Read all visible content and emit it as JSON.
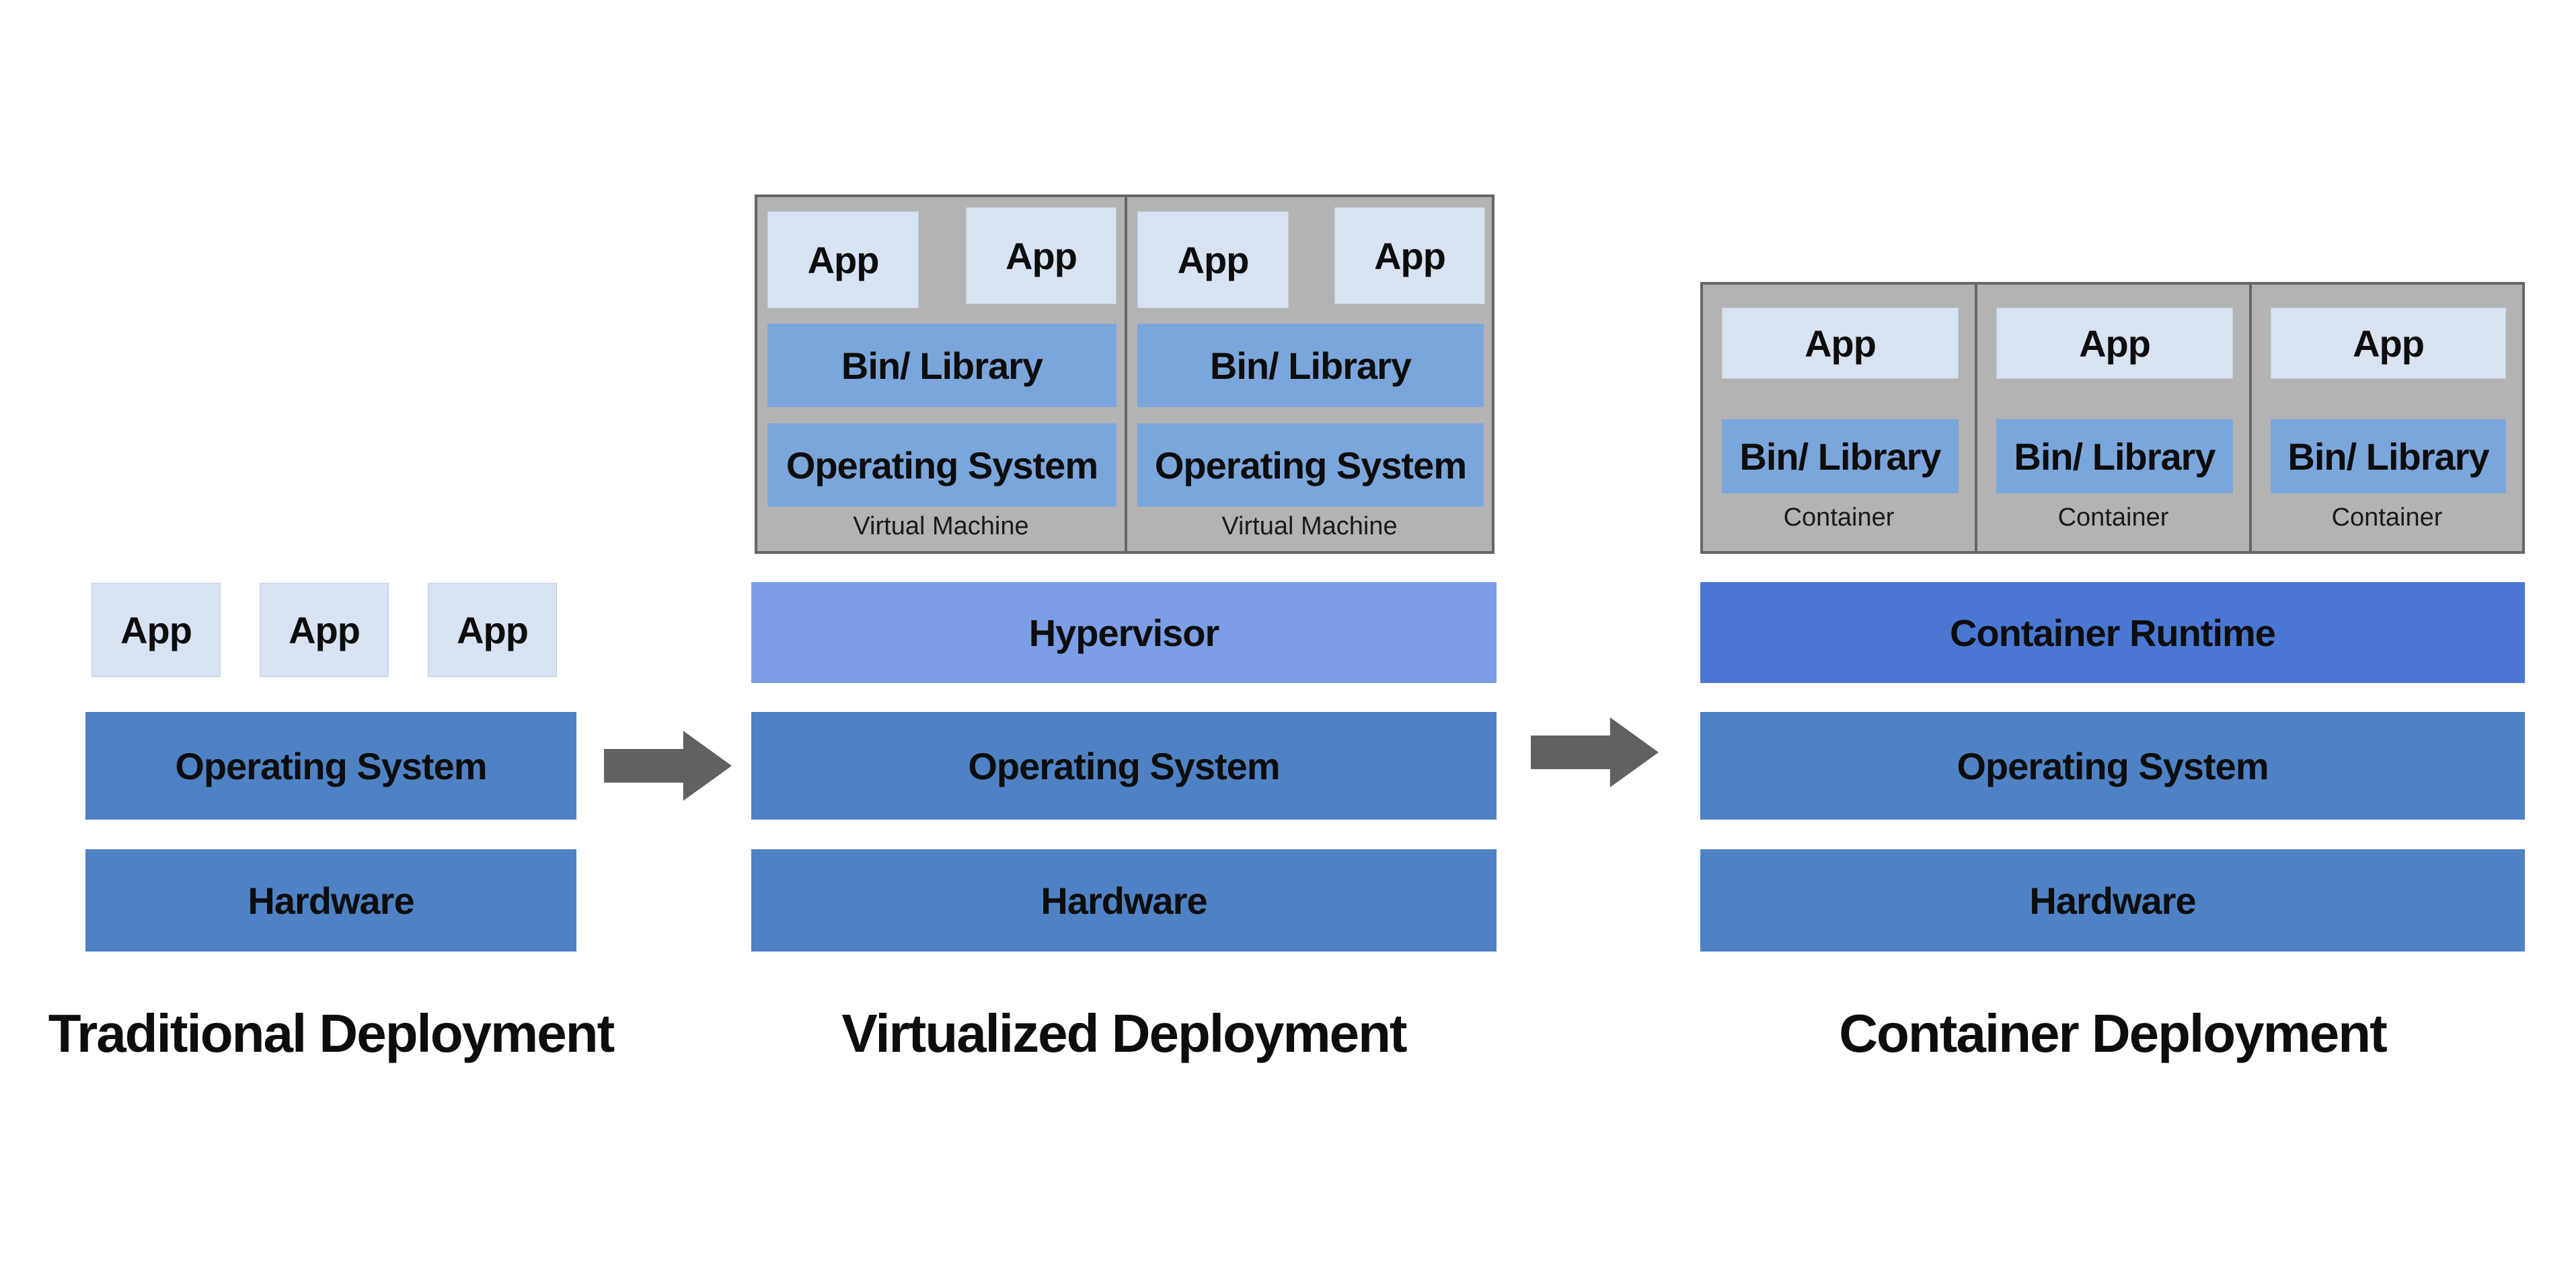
{
  "colors": {
    "app_box": "#d7e3f2",
    "inner_layer_blue": "#7ba6db",
    "hypervisor_blue": "#7b9ee6",
    "container_runtime_blue": "#4a77d2",
    "os_hardware_blue": "#4e82c4",
    "group_gray": "#b3b3b3",
    "group_border_gray": "#666666",
    "arrow_gray": "#616161",
    "text": "#0d0d0d"
  },
  "traditional": {
    "title": "Traditional Deployment",
    "apps": [
      "App",
      "App",
      "App"
    ],
    "os": "Operating System",
    "hardware": "Hardware"
  },
  "virtualized": {
    "title": "Virtualized Deployment",
    "vms": [
      {
        "label": "Virtual Machine",
        "apps": [
          "App",
          "App"
        ],
        "bin": "Bin/ Library",
        "os": "Operating System"
      },
      {
        "label": "Virtual Machine",
        "apps": [
          "App",
          "App"
        ],
        "bin": "Bin/ Library",
        "os": "Operating System"
      }
    ],
    "hypervisor": "Hypervisor",
    "os": "Operating System",
    "hardware": "Hardware"
  },
  "container": {
    "title": "Container Deployment",
    "containers": [
      {
        "label": "Container",
        "app": "App",
        "bin": "Bin/ Library"
      },
      {
        "label": "Container",
        "app": "App",
        "bin": "Bin/ Library"
      },
      {
        "label": "Container",
        "app": "App",
        "bin": "Bin/ Library"
      }
    ],
    "runtime": "Container Runtime",
    "os": "Operating System",
    "hardware": "Hardware"
  }
}
